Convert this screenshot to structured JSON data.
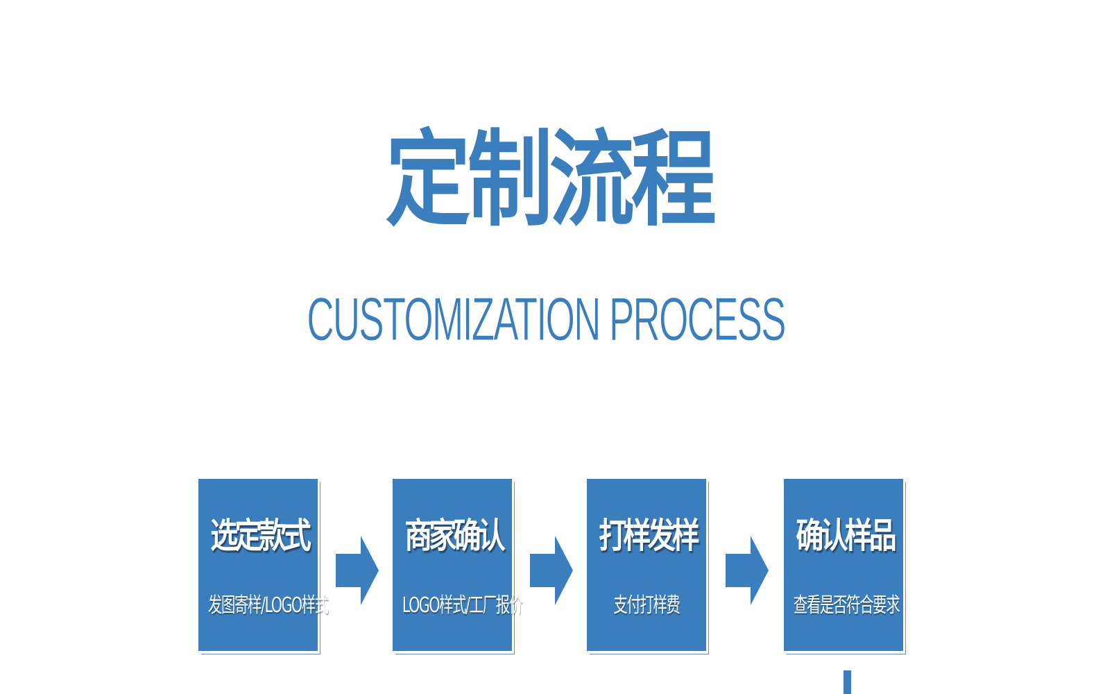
{
  "title": "定制流程",
  "subtitle": "CUSTOMIZATION PROCESS",
  "colors": {
    "primary": "#3a7ebd",
    "outline": "#5d95cb"
  },
  "steps": [
    {
      "title": "选定款式",
      "subtitle": "发图寄样/LOGO样式"
    },
    {
      "title": "商家确认",
      "subtitle": "LOGO样式/工厂报价"
    },
    {
      "title": "打样发样",
      "subtitle": "支付打样费"
    },
    {
      "title": "确认样品",
      "subtitle": "查看是否符合要求"
    }
  ]
}
